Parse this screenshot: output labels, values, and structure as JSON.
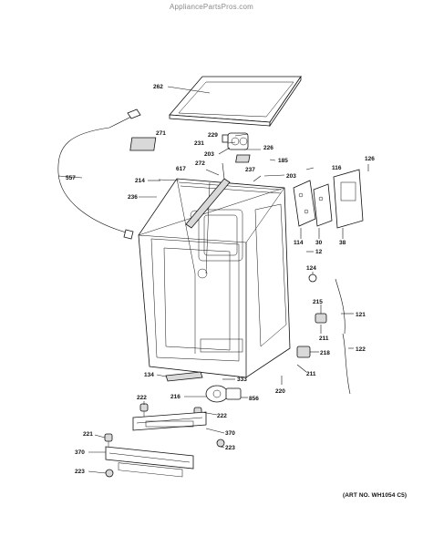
{
  "watermark": "AppliancePartsPros.com",
  "art_number": "(ART NO. WH1054 C5)",
  "part_labels": [
    {
      "key": "262",
      "text": "262"
    },
    {
      "key": "557",
      "text": "557"
    },
    {
      "key": "271",
      "text": "271"
    },
    {
      "key": "229",
      "text": "229"
    },
    {
      "key": "231",
      "text": "231"
    },
    {
      "key": "226",
      "text": "226"
    },
    {
      "key": "185",
      "text": "185"
    },
    {
      "key": "203a",
      "text": "203"
    },
    {
      "key": "203b",
      "text": "203"
    },
    {
      "key": "272",
      "text": "272"
    },
    {
      "key": "617",
      "text": "617"
    },
    {
      "key": "237",
      "text": "237"
    },
    {
      "key": "214",
      "text": "214"
    },
    {
      "key": "236",
      "text": "236"
    },
    {
      "key": "116",
      "text": "116"
    },
    {
      "key": "126",
      "text": "126"
    },
    {
      "key": "114",
      "text": "114"
    },
    {
      "key": "30",
      "text": "30"
    },
    {
      "key": "38",
      "text": "38"
    },
    {
      "key": "12",
      "text": "12"
    },
    {
      "key": "124",
      "text": "124"
    },
    {
      "key": "215",
      "text": "215"
    },
    {
      "key": "121",
      "text": "121"
    },
    {
      "key": "211a",
      "text": "211"
    },
    {
      "key": "218",
      "text": "218"
    },
    {
      "key": "122",
      "text": "122"
    },
    {
      "key": "211b",
      "text": "211"
    },
    {
      "key": "134",
      "text": "134"
    },
    {
      "key": "333",
      "text": "333"
    },
    {
      "key": "220",
      "text": "220"
    },
    {
      "key": "216",
      "text": "216"
    },
    {
      "key": "856",
      "text": "856"
    },
    {
      "key": "222a",
      "text": "222"
    },
    {
      "key": "222b",
      "text": "222"
    },
    {
      "key": "370a",
      "text": "370"
    },
    {
      "key": "221",
      "text": "221"
    },
    {
      "key": "223a",
      "text": "223"
    },
    {
      "key": "370b",
      "text": "370"
    },
    {
      "key": "223b",
      "text": "223"
    }
  ]
}
